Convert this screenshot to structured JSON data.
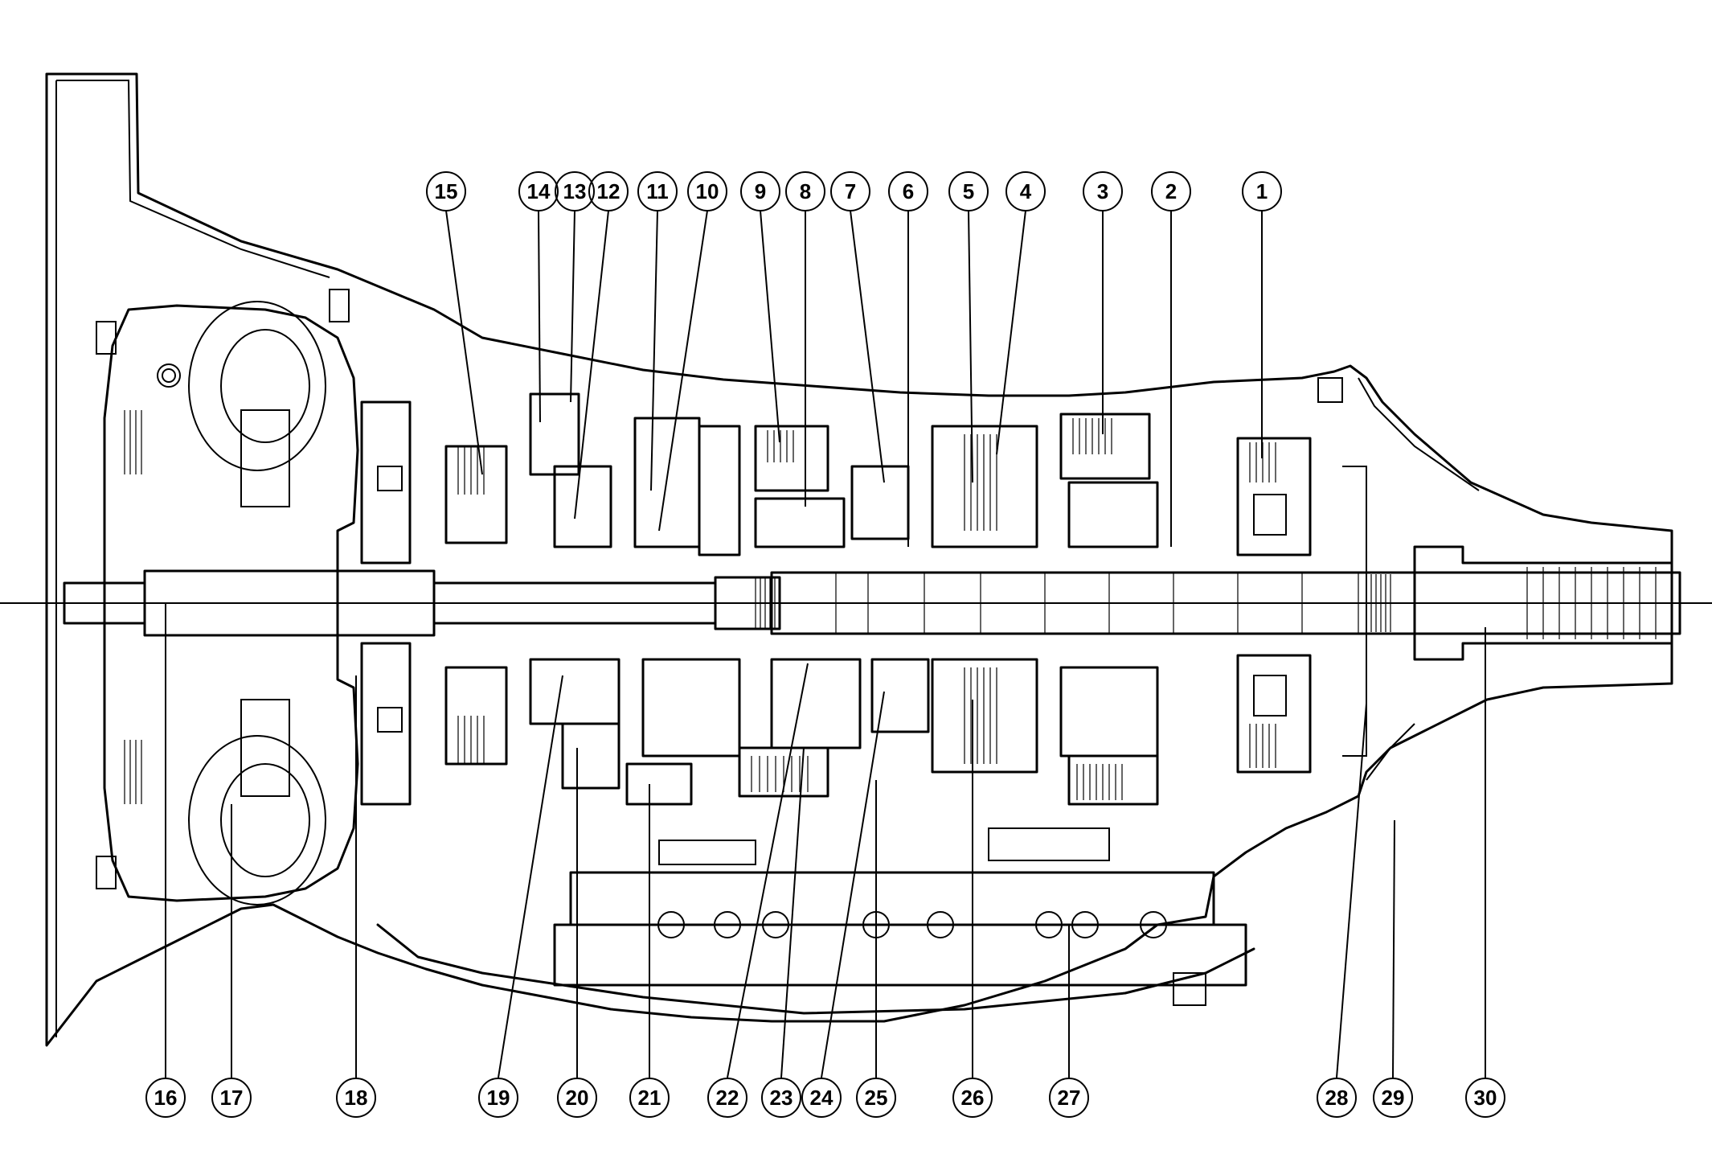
{
  "callouts": [
    {
      "label": "1",
      "num": "①"
    },
    {
      "label": "2",
      "num": "②"
    },
    {
      "label": "3",
      "num": "③"
    },
    {
      "label": "4",
      "num": "④"
    },
    {
      "label": "5",
      "num": "⑤"
    },
    {
      "label": "6",
      "num": "⑥"
    },
    {
      "label": "7",
      "num": "⑦"
    },
    {
      "label": "8",
      "num": "⑧"
    },
    {
      "label": "9",
      "num": "⑨"
    },
    {
      "label": "10",
      "num": "⑩"
    },
    {
      "label": "11",
      "num": "⑪"
    },
    {
      "label": "12",
      "num": "⑫"
    },
    {
      "label": "13",
      "num": "⑬"
    },
    {
      "label": "14",
      "num": "⑭"
    },
    {
      "label": "15",
      "num": "⑮"
    },
    {
      "label": "16",
      "num": "⑯"
    },
    {
      "label": "17",
      "num": "⑰"
    },
    {
      "label": "18",
      "num": "⑱"
    },
    {
      "label": "19",
      "num": "⑲"
    },
    {
      "label": "20",
      "num": "⑳"
    },
    {
      "label": "21",
      "num": "㉑"
    },
    {
      "label": "22",
      "num": "㉒"
    },
    {
      "label": "23",
      "num": "㉓"
    },
    {
      "label": "24",
      "num": "㉔"
    },
    {
      "label": "25",
      "num": "㉕"
    },
    {
      "label": "26",
      "num": "㉖"
    },
    {
      "label": "27",
      "num": "㉗"
    },
    {
      "label": "28",
      "num": "㉘"
    },
    {
      "label": "29",
      "num": "㉙"
    },
    {
      "label": "30",
      "num": "㉚"
    }
  ]
}
